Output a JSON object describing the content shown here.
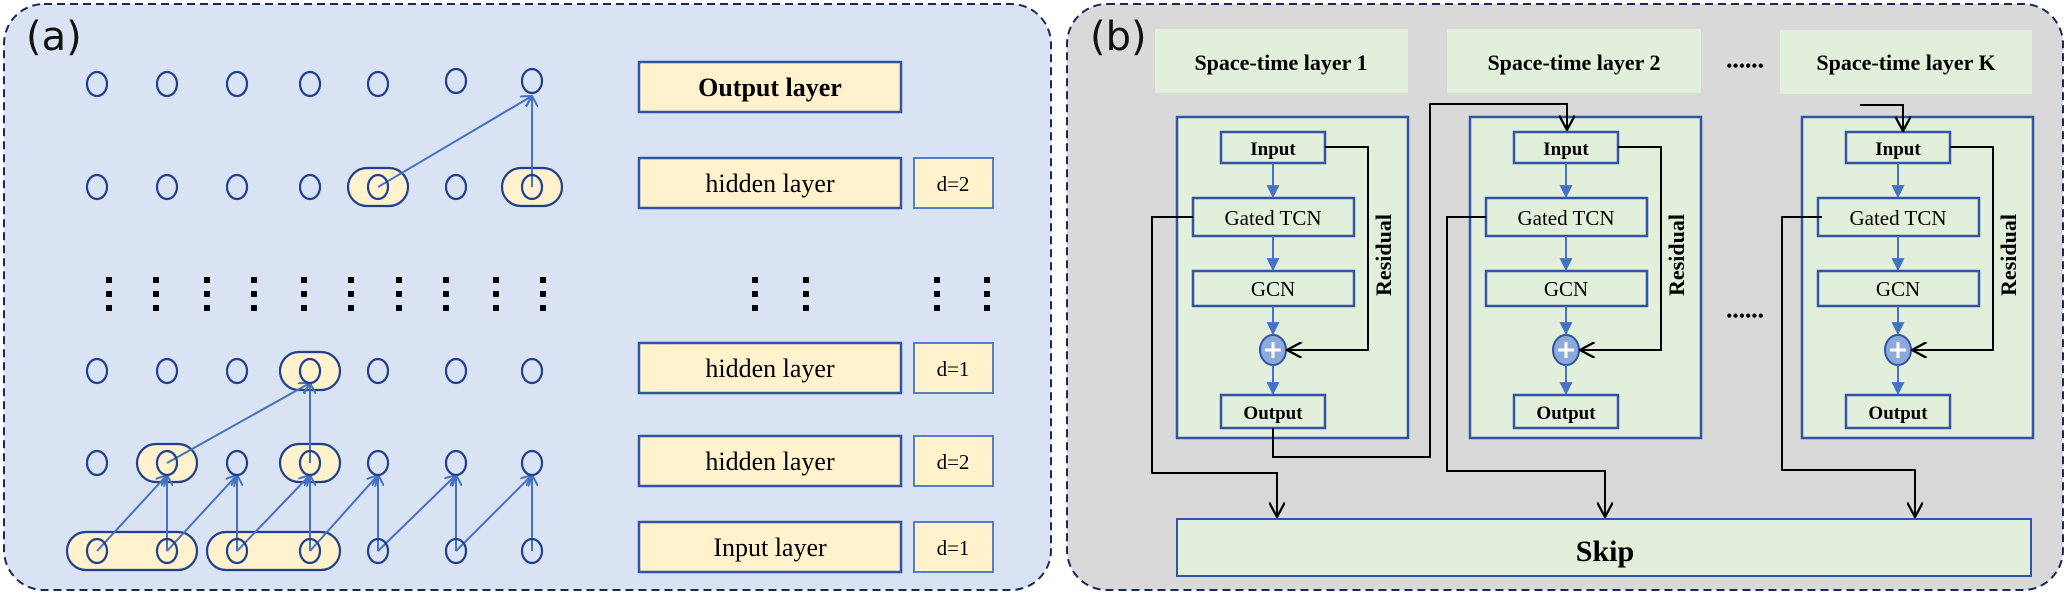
{
  "panel_a": {
    "label": "(a)",
    "background": "#dae3f4",
    "layers": [
      {
        "name": "Output layer",
        "bold": true,
        "dilation": null,
        "nodes": 7
      },
      {
        "name": "hidden layer",
        "bold": false,
        "dilation": "d=2",
        "nodes": 7
      },
      {
        "name": "hidden layer",
        "bold": false,
        "dilation": "d=1",
        "nodes": 7
      },
      {
        "name": "hidden layer",
        "bold": false,
        "dilation": "d=2",
        "nodes": 7
      },
      {
        "name": "Input layer",
        "bold": false,
        "dilation": "d=1",
        "nodes": 7
      }
    ],
    "colors": {
      "node_stroke": "#1f3f8f",
      "arrow": "#4472c4",
      "highlight_fill": "#fff2cc",
      "label_box_stroke": "#2f55a4",
      "label_box_fill": "#fff2cc"
    }
  },
  "panel_b": {
    "label": "(b)",
    "background": "#d9d9d9",
    "headers": [
      "Space-time layer 1",
      "Space-time layer 2",
      "Space-time layer K"
    ],
    "ellipsis": "••••••",
    "block": {
      "input": "Input",
      "gated_tcn": "Gated TCN",
      "gcn": "GCN",
      "output": "Output",
      "residual": "Residual",
      "plus": "+"
    },
    "skip_label": "Skip",
    "colors": {
      "box_fill": "#e2efda",
      "box_stroke": "#2f55a4",
      "arrow_blue": "#4472c4",
      "connector": "#000000",
      "plus_fill": "#8eaadb"
    }
  }
}
